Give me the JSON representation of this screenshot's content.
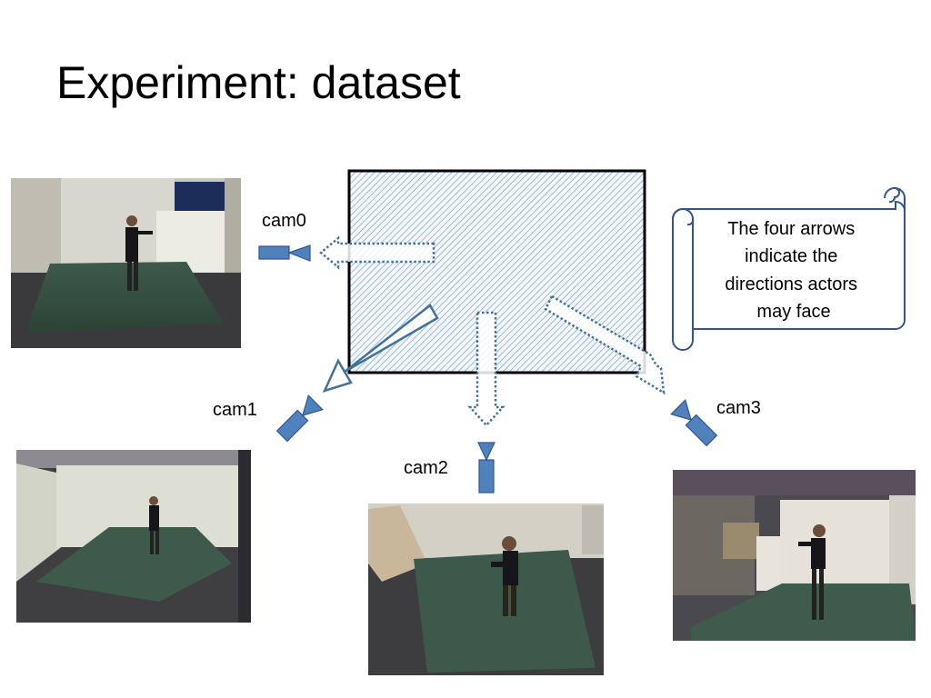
{
  "slide": {
    "title": "Experiment: dataset"
  },
  "cameras": [
    {
      "label": "cam0"
    },
    {
      "label": "cam1"
    },
    {
      "label": "cam2"
    },
    {
      "label": "cam3"
    }
  ],
  "callout": {
    "lines": [
      "The four arrows",
      "indicate the",
      "directions actors",
      "may face"
    ]
  },
  "colors": {
    "camera_fill": "#4f81bd",
    "camera_stroke": "#2f5597",
    "arrow_stroke": "#41719c",
    "room_border": "#000000",
    "callout_border": "#2f5597"
  }
}
